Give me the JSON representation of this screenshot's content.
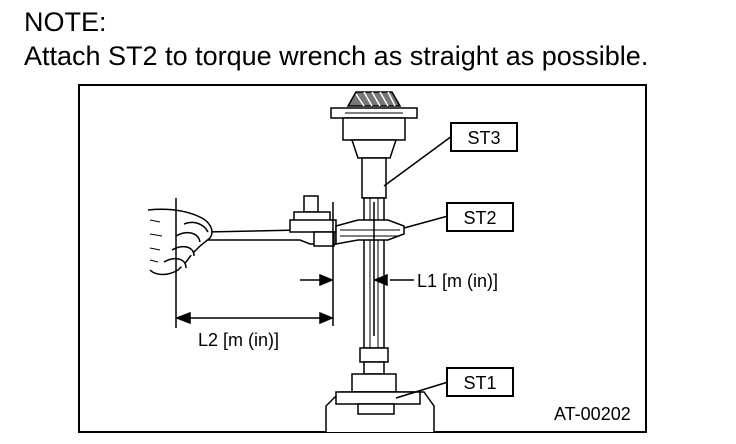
{
  "note": {
    "heading": "NOTE:",
    "text": "Attach ST2 to torque wrench as straight as possible."
  },
  "figure": {
    "callouts": {
      "st3": "ST3",
      "st2": "ST2",
      "st1": "ST1"
    },
    "dimensions": {
      "l1": "L1 [m (in)]",
      "l2": "L2 [m (in)]"
    },
    "figure_id": "AT-00202"
  }
}
